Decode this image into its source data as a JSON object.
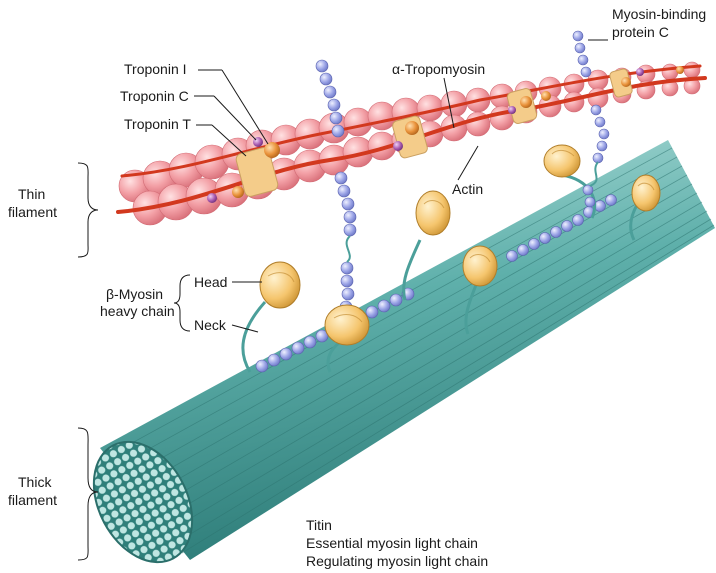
{
  "labels": {
    "myosin_binding": "Myosin-binding",
    "protein_c": "protein C",
    "troponin_i": "Troponin I",
    "troponin_c": "Troponin C",
    "troponin_t": "Troponin T",
    "tropomyosin": "α-Tropomyosin",
    "actin": "Actin",
    "thin": "Thin",
    "thin_filament": "filament",
    "head": "Head",
    "beta_myosin": "β-Myosin",
    "heavy_chain": "heavy chain",
    "neck": "Neck",
    "thick": "Thick",
    "thick_filament": "filament",
    "titin": "Titin",
    "essential_mlc": "Essential myosin light chain",
    "regulating_mlc": "Regulating myosin light chain"
  },
  "colors": {
    "actin": "#f3a0a6",
    "tropomyosin": "#d2381e",
    "troponin": "#f4cc8a",
    "troponin_c": "#e9923a",
    "troponin_i": "#a85bb0",
    "myosin_head": "#f5c56d",
    "thick_filament": "#5fb0ab",
    "light_chain": "#9aa3e6"
  }
}
